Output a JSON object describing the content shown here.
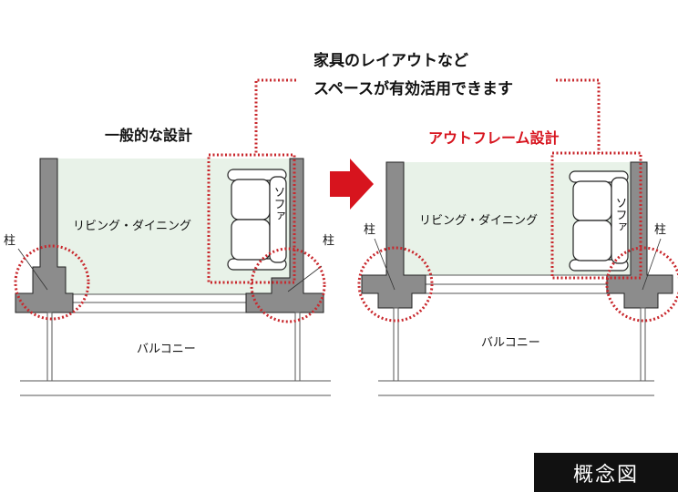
{
  "callout": {
    "line1": "家具のレイアウトなど",
    "line2": "スペースが有効活用できます"
  },
  "left_diagram": {
    "title": "一般的な設計",
    "room": "リビング・ダイニング",
    "sofa": "ソファ",
    "column_left": "柱",
    "column_right": "柱",
    "balcony": "バルコニー"
  },
  "right_diagram": {
    "title": "アウトフレーム設計",
    "room": "リビング・ダイニング",
    "sofa": "ソファ",
    "column_left": "柱",
    "column_right": "柱",
    "balcony": "バルコニー"
  },
  "badge": "概念図",
  "colors": {
    "accent": "#d7141e",
    "room_fill": "#e8f2e8",
    "wall": "#8c8c8c"
  }
}
